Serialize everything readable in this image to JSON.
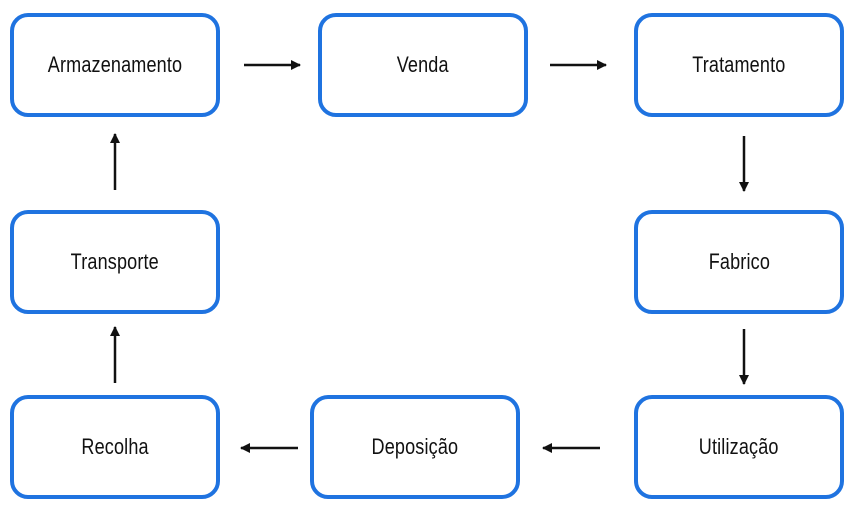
{
  "diagram": {
    "accent_color": "#1f73e0",
    "nodes": {
      "armazenamento": "Armazenamento",
      "venda": "Venda",
      "tratamento": "Tratamento",
      "fabrico": "Fabrico",
      "utilizacao": "Utilização",
      "deposicao": "Deposição",
      "recolha": "Recolha",
      "transporte": "Transporte"
    },
    "edges": [
      {
        "from": "armazenamento",
        "to": "venda"
      },
      {
        "from": "venda",
        "to": "tratamento"
      },
      {
        "from": "tratamento",
        "to": "fabrico"
      },
      {
        "from": "fabrico",
        "to": "utilizacao"
      },
      {
        "from": "utilizacao",
        "to": "deposicao"
      },
      {
        "from": "deposicao",
        "to": "recolha"
      },
      {
        "from": "recolha",
        "to": "transporte"
      },
      {
        "from": "transporte",
        "to": "armazenamento"
      }
    ]
  }
}
